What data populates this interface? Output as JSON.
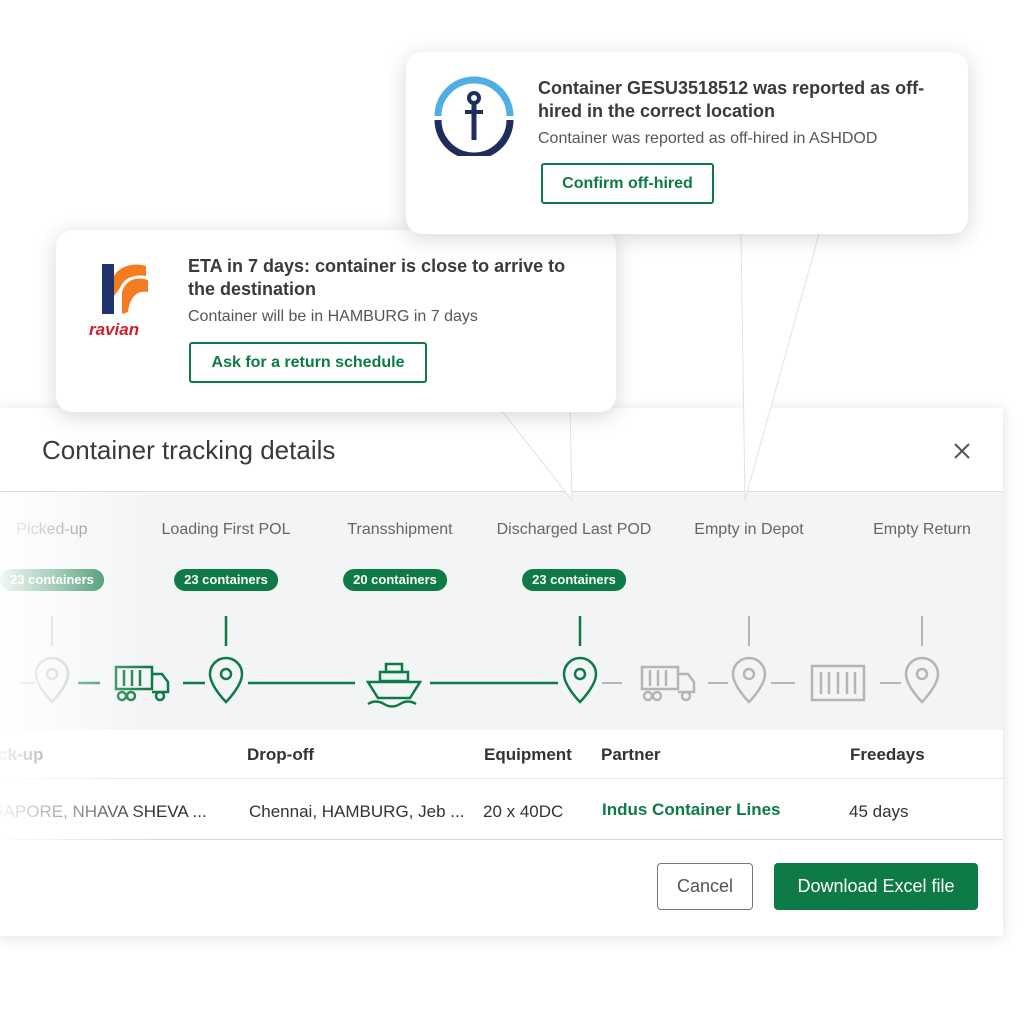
{
  "notifications": [
    {
      "title": "Container GESU3518512 was reported as off-hired in the correct location",
      "text": "Container was reported as off-hired in ASHDOD",
      "button": "Confirm off-hired",
      "logo": "anchor-logo-icon"
    },
    {
      "title": "ETA in 7 days: container is close to arrive to the destination",
      "text": "Container will be in HAMBURG in 7 days",
      "button": "Ask for a return schedule",
      "logo": "ravian-logo",
      "logo_text": "ravian"
    }
  ],
  "dialog": {
    "title": "Container tracking details",
    "close_icon": "close-icon",
    "stages": [
      {
        "label": "Picked-up",
        "badge": "23 containers"
      },
      {
        "label": "Loading First POL",
        "badge": "23 containers"
      },
      {
        "label": "Transshipment",
        "badge": "20 containers"
      },
      {
        "label": "Discharged Last POD",
        "badge": "23 containers"
      },
      {
        "label": "Empty in Depot",
        "badge": ""
      },
      {
        "label": "Empty Return",
        "badge": ""
      }
    ],
    "columns": [
      "Pick-up",
      "Drop-off",
      "Equipment",
      "Partner",
      "Freedays"
    ],
    "row": {
      "pickup": "SINGAPORE, NHAVA SHEVA ...",
      "dropoff": "Chennai, HAMBURG, Jeb ...",
      "equipment": "20 x 40DC",
      "partner": "Indus Container Lines",
      "freedays": "45 days"
    },
    "cancel": "Cancel",
    "download": "Download Excel file"
  },
  "colors": {
    "accent": "#0e7a45",
    "inactive": "#b5b5b5",
    "timeline_bg": "#f2f4f6"
  }
}
